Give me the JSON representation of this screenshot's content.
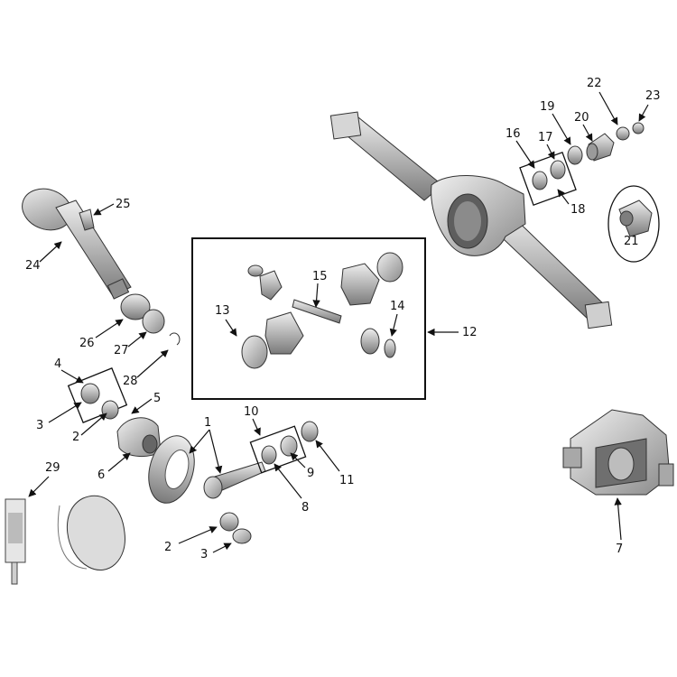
{
  "callouts": [
    {
      "id": "1",
      "label": "1"
    },
    {
      "id": "2a",
      "label": "2"
    },
    {
      "id": "2b",
      "label": "2"
    },
    {
      "id": "3a",
      "label": "3"
    },
    {
      "id": "3b",
      "label": "3"
    },
    {
      "id": "4",
      "label": "4"
    },
    {
      "id": "5",
      "label": "5"
    },
    {
      "id": "6",
      "label": "6"
    },
    {
      "id": "7",
      "label": "7"
    },
    {
      "id": "8",
      "label": "8"
    },
    {
      "id": "9",
      "label": "9"
    },
    {
      "id": "10",
      "label": "10"
    },
    {
      "id": "11",
      "label": "11"
    },
    {
      "id": "12",
      "label": "12"
    },
    {
      "id": "13",
      "label": "13"
    },
    {
      "id": "14",
      "label": "14"
    },
    {
      "id": "15",
      "label": "15"
    },
    {
      "id": "16",
      "label": "16"
    },
    {
      "id": "17",
      "label": "17"
    },
    {
      "id": "18",
      "label": "18"
    },
    {
      "id": "19",
      "label": "19"
    },
    {
      "id": "20",
      "label": "20"
    },
    {
      "id": "21",
      "label": "21"
    },
    {
      "id": "22",
      "label": "22"
    },
    {
      "id": "23",
      "label": "23"
    },
    {
      "id": "24",
      "label": "24"
    },
    {
      "id": "25",
      "label": "25"
    },
    {
      "id": "26",
      "label": "26"
    },
    {
      "id": "27",
      "label": "27"
    },
    {
      "id": "28",
      "label": "28"
    },
    {
      "id": "29",
      "label": "29"
    }
  ],
  "colors": {
    "metal_light": "#d9d9d9",
    "metal_mid": "#a8a8a8",
    "metal_dark": "#6e6e6e",
    "line": "#111111"
  }
}
